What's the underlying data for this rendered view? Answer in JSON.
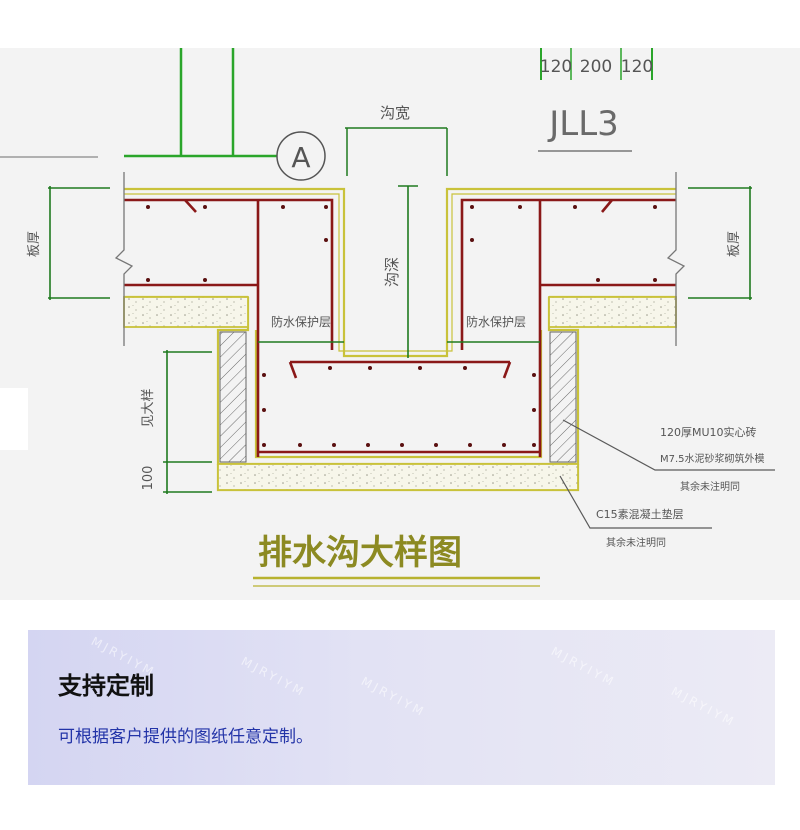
{
  "drawing": {
    "title": "排水沟大样图",
    "axis_marker": "A",
    "beam_label": "JLL3",
    "beam_dims": [
      "120",
      "200",
      "120"
    ],
    "width_label": "沟宽",
    "depth_label": "沟深",
    "left_height_label": "板厚",
    "right_height_label": "板厚",
    "waterproof_left": "防水保护层",
    "waterproof_right": "防水保护层",
    "wall_height_label": "见大样",
    "base_thickness_label": "100",
    "note_wall_line1": "120厚MU10实心砖",
    "note_wall_line2": "M7.5水泥砂浆砌筑外模",
    "note_wall_line3": "其余未注明同",
    "note_base_line1": "C15素混凝土垫层",
    "note_base_line2": "其余未注明同"
  },
  "info_card": {
    "title": "支持定制",
    "description": "可根据客户提供的图纸任意定制。",
    "watermark": "MJRYIYM"
  },
  "colors": {
    "green": "#2aa52a",
    "rebar": "#8a1818",
    "concrete_outline": "#c9c23a",
    "dimension": "#1f7a1f",
    "leader": "#5a5a5a",
    "title_color": "#8c8a22",
    "card_title": "#111111",
    "card_desc": "#2334a8"
  }
}
